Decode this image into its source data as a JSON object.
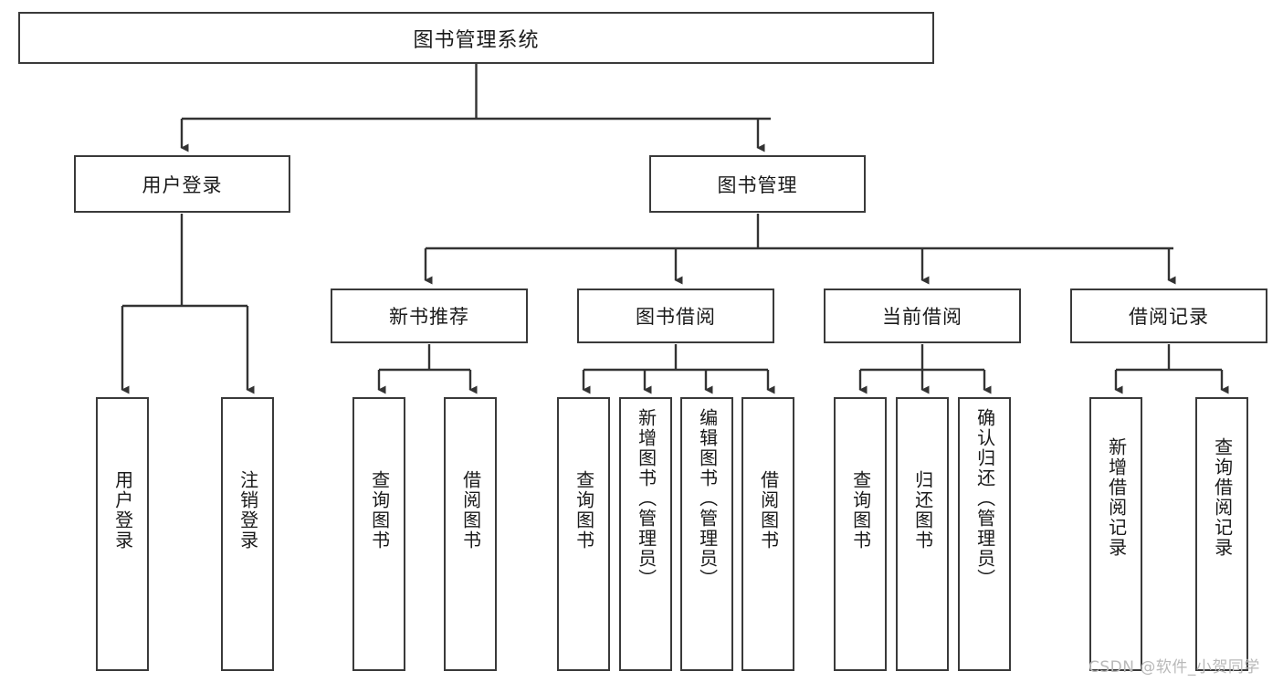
{
  "diagram": {
    "type": "tree-hierarchy",
    "title": "图书管理系统",
    "watermark": "CSDN @软件_小贺同学",
    "colors": {
      "background": "#ffffff",
      "box_border": "#3a3a3a",
      "box_fill": "#ffffff",
      "connector": "#333333",
      "text": "#1a1a1a",
      "watermark": "#b9b9b9"
    },
    "levels": {
      "level1": [
        {
          "id": "root",
          "label": "图书管理系统",
          "orientation": "horizontal"
        }
      ],
      "level2": [
        {
          "id": "user-login",
          "label": "用户登录",
          "orientation": "horizontal",
          "parent": "root"
        },
        {
          "id": "book-manage",
          "label": "图书管理",
          "orientation": "horizontal",
          "parent": "root"
        }
      ],
      "level3": [
        {
          "id": "new-book-recommend",
          "label": "新书推荐",
          "orientation": "horizontal",
          "parent": "book-manage"
        },
        {
          "id": "book-borrow",
          "label": "图书借阅",
          "orientation": "horizontal",
          "parent": "book-manage"
        },
        {
          "id": "current-borrow",
          "label": "当前借阅",
          "orientation": "horizontal",
          "parent": "book-manage"
        },
        {
          "id": "borrow-record",
          "label": "借阅记录",
          "orientation": "horizontal",
          "parent": "book-manage"
        }
      ],
      "leaves": [
        {
          "id": "leaf-user-login",
          "label": "用户登录",
          "orientation": "vertical",
          "parent": "user-login"
        },
        {
          "id": "leaf-logout-login",
          "label": "注销登录",
          "orientation": "vertical",
          "parent": "user-login"
        },
        {
          "id": "leaf-query-book-1",
          "label": "查询图书",
          "orientation": "vertical",
          "parent": "new-book-recommend"
        },
        {
          "id": "leaf-borrow-book-1",
          "label": "借阅图书",
          "orientation": "vertical",
          "parent": "new-book-recommend"
        },
        {
          "id": "leaf-query-book-2",
          "label": "查询图书",
          "orientation": "vertical",
          "parent": "book-borrow"
        },
        {
          "id": "leaf-add-book",
          "label": "新增图书（管理员）",
          "orientation": "vertical",
          "parent": "book-borrow"
        },
        {
          "id": "leaf-edit-book",
          "label": "编辑图书（管理员）",
          "orientation": "vertical",
          "parent": "book-borrow"
        },
        {
          "id": "leaf-borrow-book-2",
          "label": "借阅图书",
          "orientation": "vertical",
          "parent": "book-borrow"
        },
        {
          "id": "leaf-query-book-3",
          "label": "查询图书",
          "orientation": "vertical",
          "parent": "current-borrow"
        },
        {
          "id": "leaf-return-book",
          "label": "归还图书",
          "orientation": "vertical",
          "parent": "current-borrow"
        },
        {
          "id": "leaf-confirm-return",
          "label": "确认归还（管理员）",
          "orientation": "vertical",
          "parent": "current-borrow"
        },
        {
          "id": "leaf-add-record",
          "label": "新增借阅记录",
          "orientation": "vertical",
          "parent": "borrow-record"
        },
        {
          "id": "leaf-query-record",
          "label": "查询借阅记录",
          "orientation": "vertical",
          "parent": "borrow-record"
        }
      ]
    }
  }
}
